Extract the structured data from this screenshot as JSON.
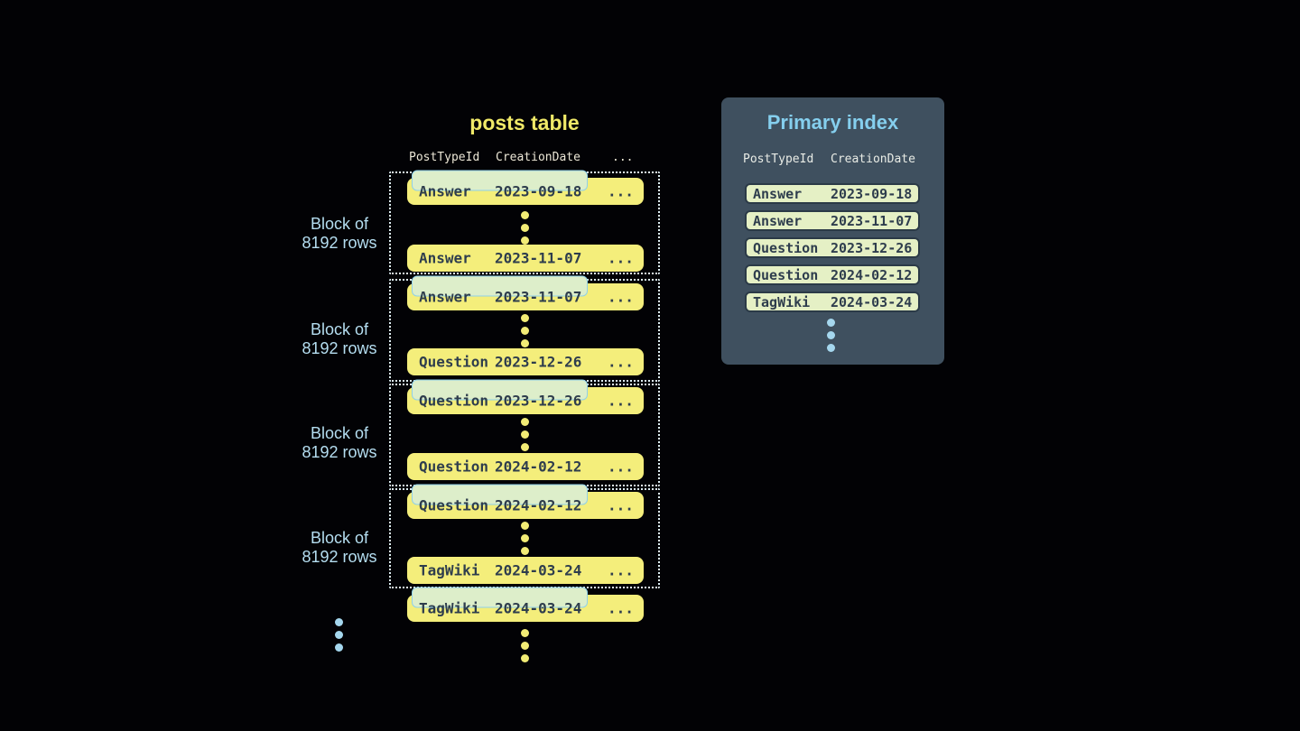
{
  "palette": {
    "background": "#020205",
    "row_yellow": "#f4ee7b",
    "title_yellow": "#f0e968",
    "dark_text": "#2e3d4d",
    "header_cream": "#ece7d6",
    "block_border": "#dff0f6",
    "label_blue": "#b5def1",
    "panel_bg": "#3f505f",
    "panel_title_blue": "#85cfee",
    "index_pill_green": "#e5f0c5",
    "index_pill_border": "#2b3a47",
    "highlight_green": "#ddeeca",
    "highlight_border_blue": "#90d0e8",
    "dot_yellow": "#f2ec75",
    "dot_blue": "#a5d7ee"
  },
  "icons": {
    "vertical_ellipsis": "three stacked dots (rows omitted)"
  },
  "posts_table": {
    "title": "posts table",
    "columns": [
      "PostTypeId",
      "CreationDate",
      "..."
    ],
    "blocks": [
      {
        "label": [
          "Block of",
          "8192 rows"
        ],
        "first_row": {
          "type": "Answer",
          "date": "2023-09-18",
          "more": "...",
          "highlighted": true
        },
        "last_row": {
          "type": "Answer",
          "date": "2023-11-07",
          "more": "...",
          "highlighted": false
        }
      },
      {
        "label": [
          "Block of",
          "8192 rows"
        ],
        "first_row": {
          "type": "Answer",
          "date": "2023-11-07",
          "more": "...",
          "highlighted": true
        },
        "last_row": {
          "type": "Question",
          "date": "2023-12-26",
          "more": "...",
          "highlighted": false
        }
      },
      {
        "label": [
          "Block of",
          "8192 rows"
        ],
        "first_row": {
          "type": "Question",
          "date": "2023-12-26",
          "more": "...",
          "highlighted": true
        },
        "last_row": {
          "type": "Question",
          "date": "2024-02-12",
          "more": "...",
          "highlighted": false
        }
      },
      {
        "label": [
          "Block of",
          "8192 rows"
        ],
        "first_row": {
          "type": "Question",
          "date": "2024-02-12",
          "more": "...",
          "highlighted": true
        },
        "last_row": {
          "type": "TagWiki",
          "date": "2024-03-24",
          "more": "...",
          "highlighted": false
        }
      }
    ],
    "overflow_row": {
      "type": "TagWiki",
      "date": "2024-03-24",
      "more": "...",
      "highlighted": true
    }
  },
  "primary_index": {
    "title": "Primary index",
    "columns": [
      "PostTypeId",
      "CreationDate"
    ],
    "rows": [
      {
        "type": "Answer",
        "date": "2023-09-18"
      },
      {
        "type": "Answer",
        "date": "2023-11-07"
      },
      {
        "type": "Question",
        "date": "2023-12-26"
      },
      {
        "type": "Question",
        "date": "2024-02-12"
      },
      {
        "type": "TagWiki",
        "date": "2024-03-24"
      }
    ]
  }
}
